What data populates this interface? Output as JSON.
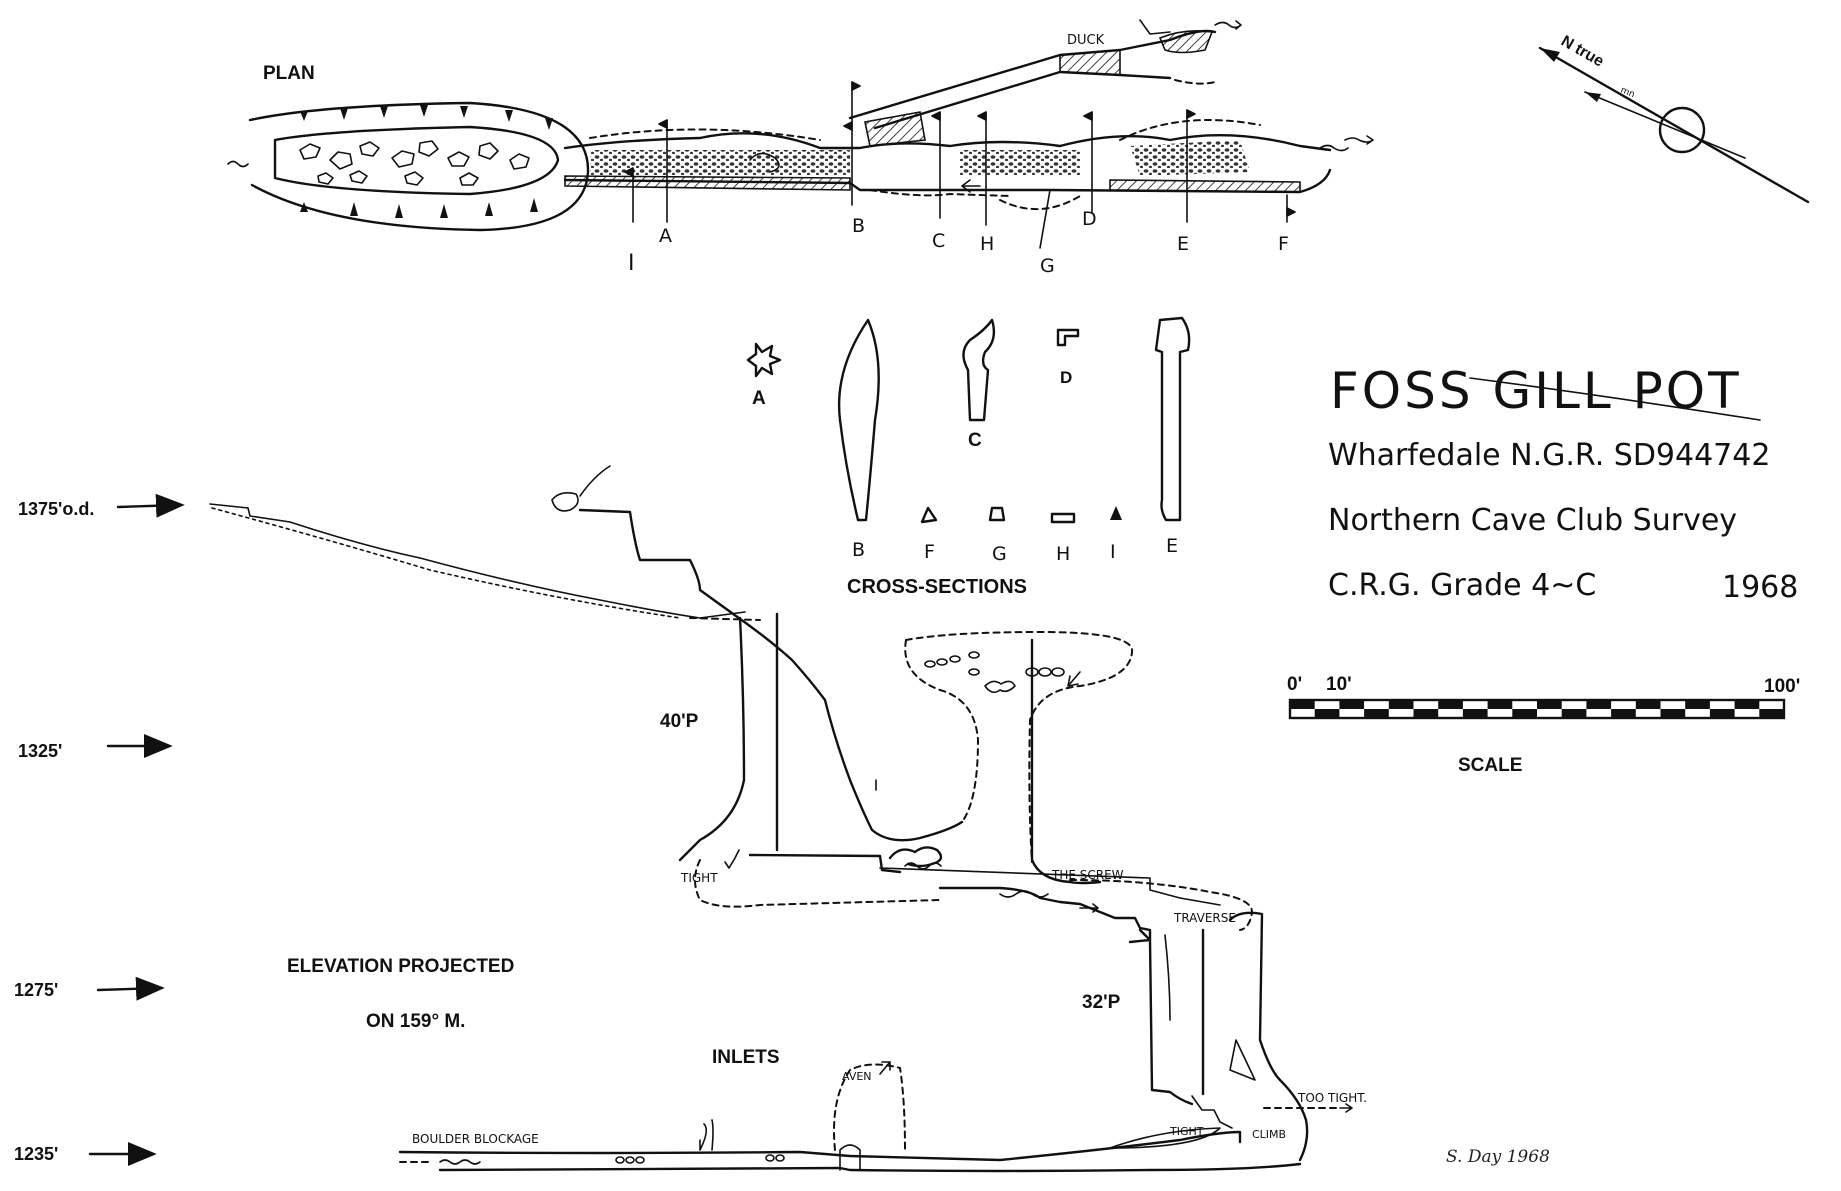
{
  "plan": {
    "label": "PLAN",
    "duck_label": "DUCK",
    "sections": [
      "I",
      "A",
      "B",
      "C",
      "H",
      "G",
      "D",
      "E",
      "F"
    ]
  },
  "north_arrow": {
    "true_label": "N true",
    "magnetic_label": "mn"
  },
  "cross_sections": {
    "heading": "CROSS-SECTIONS",
    "labels": [
      "A",
      "B",
      "C",
      "D",
      "E",
      "F",
      "G",
      "H",
      "I"
    ]
  },
  "title": {
    "name": "FOSS GILL POT",
    "line1": "Wharfedale   N.G.R. SD944742",
    "line2": "Northern  Cave  Club  Survey",
    "line3": "C.R.G.  Grade  4~C",
    "year": "1968"
  },
  "scale": {
    "label": "SCALE",
    "tick0": "0'",
    "tick10": "10'",
    "tick100": "100'"
  },
  "levels": [
    "1375'o.d.",
    "1325'",
    "1275'",
    "1235'"
  ],
  "elevation": {
    "title_line1": "ELEVATION   PROJECTED",
    "title_line2": "ON  159° M.",
    "pitch1": "40'P",
    "pitch2": "32'P",
    "tight1": "TIGHT",
    "the_screw": "THE SCREW",
    "traverse": "TRAVERSE",
    "inlets": "INLETS",
    "aven": "AVEN",
    "too_tight": "TOO TIGHT.",
    "boulder_blockage": "BOULDER  BLOCKAGE",
    "tight2": "TIGHT",
    "climb": "CLIMB"
  },
  "signature": "S. Day  1968"
}
